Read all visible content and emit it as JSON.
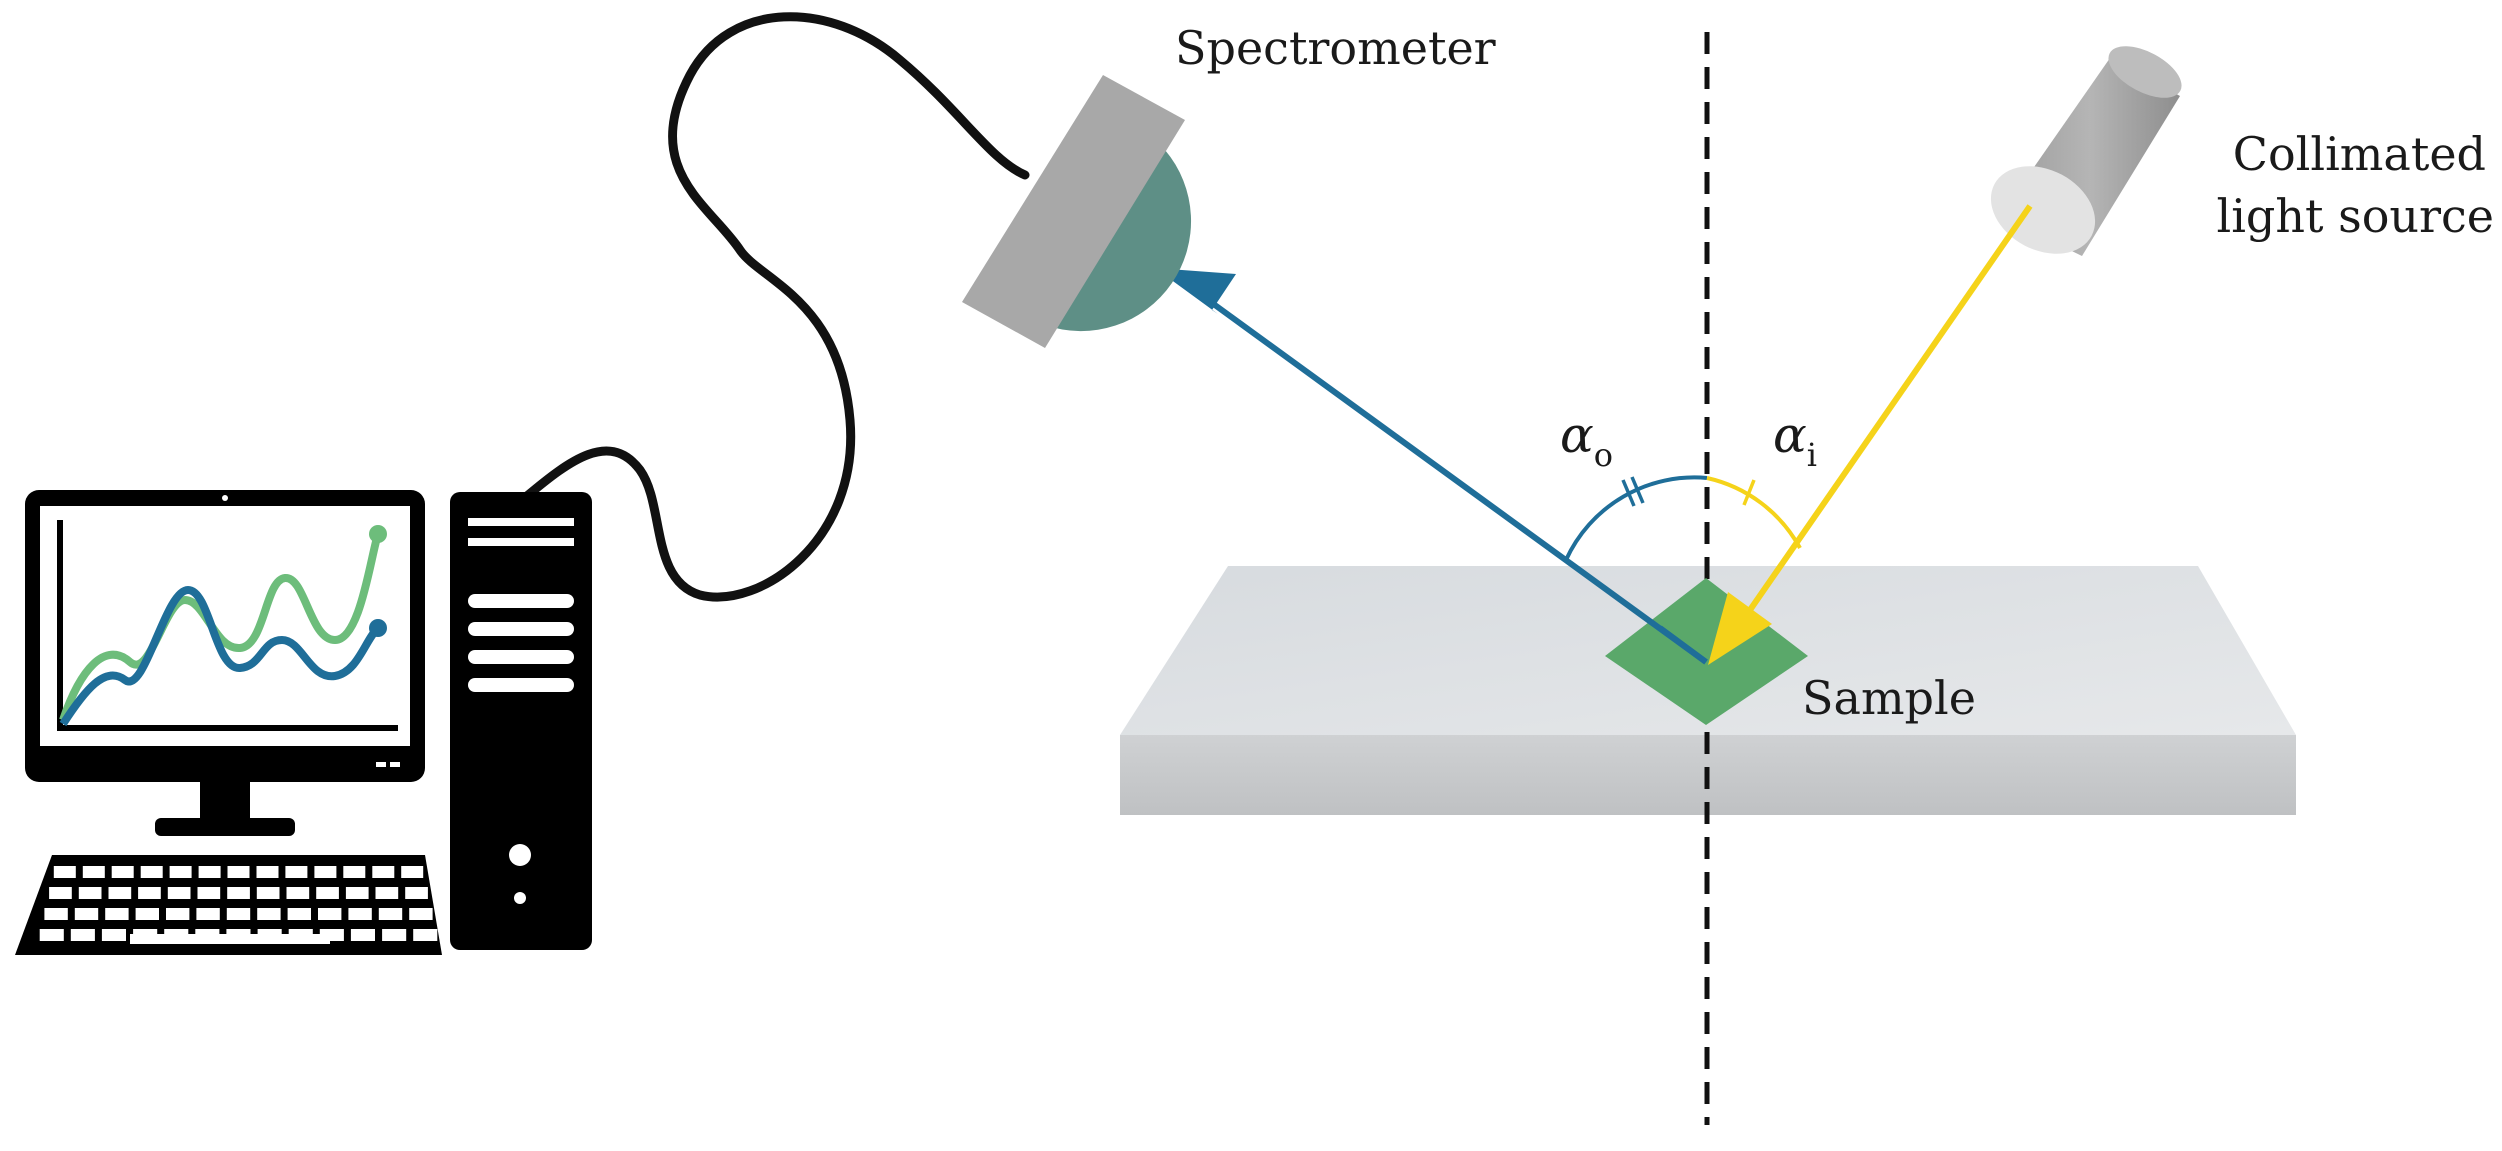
{
  "labels": {
    "spectrometer": "Spectrometer",
    "light_source_line1": "Collimated",
    "light_source_line2": "light source",
    "sample": "Sample",
    "alpha_out_symbol": "α",
    "alpha_out_sub": "o",
    "alpha_in_symbol": "α",
    "alpha_in_sub": "i"
  },
  "colors": {
    "reflected_beam": "#1f6e99",
    "incident_beam": "#f5d31a",
    "sample": "#5aa86a",
    "stage_top": "#dde0e3",
    "stage_front": "#c9cbcd",
    "device_gray": "#a8a8a8",
    "lens": "#5e8f86",
    "computer": "#000000",
    "plot_green": "#6dbd7b",
    "plot_blue": "#1f6e99"
  },
  "icons": {
    "computer": "desktop-computer-icon",
    "spectrometer": "spectrometer-icon",
    "light_source": "collimated-light-source-icon",
    "sample_stage": "sample-stage"
  }
}
